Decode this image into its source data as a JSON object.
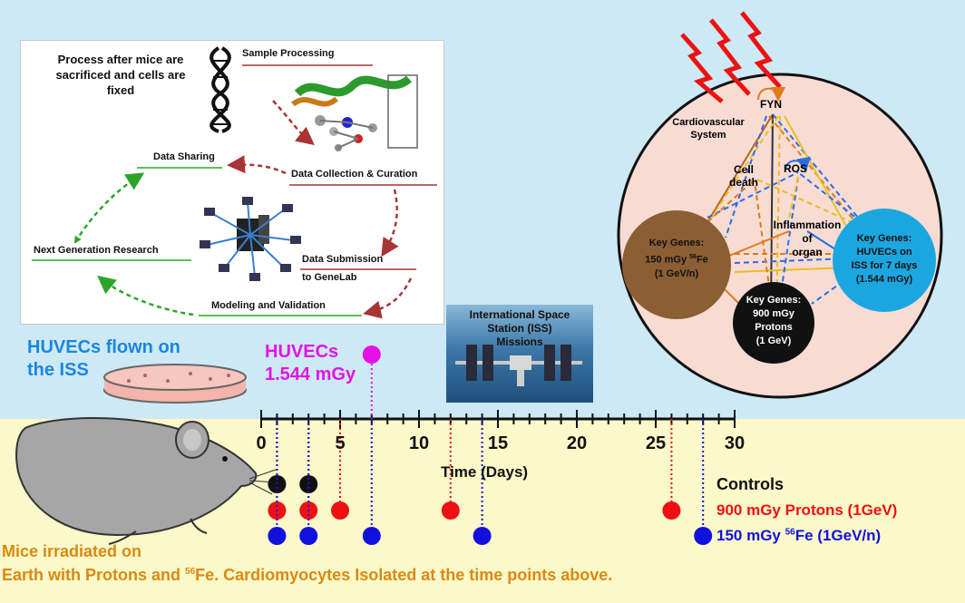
{
  "process_panel": {
    "title": "Process after mice are sacrificed and cells are fixed",
    "steps": {
      "sample_processing": "Sample Processing",
      "data_collection": "Data Collection & Curation",
      "data_sharing": "Data Sharing",
      "next_generation": "Next Generation Research",
      "data_submission_1": "Data Submission",
      "data_submission_2": "to GeneLab",
      "modeling": "Modeling and Validation"
    }
  },
  "network": {
    "cardio_1": "Cardiovascular",
    "cardio_2": "System",
    "fyn": "FYN",
    "cell_death_1": "Cell",
    "cell_death_2": "death",
    "ros": "ROS",
    "inflammation_1": "Inflammation of",
    "inflammation_2": "organ",
    "node_fe": {
      "l1": "Key Genes:",
      "l2a": "150 mGy ",
      "l2sup": "56",
      "l2b": "Fe",
      "l3": "(1 GeV/n)"
    },
    "node_proton": {
      "l1": "Key Genes:",
      "l2": "900 mGy",
      "l3": "Protons",
      "l4": "(1 GeV)"
    },
    "node_huvec": {
      "l1": "Key Genes:",
      "l2": "HUVECs on",
      "l3": "ISS for 7 days",
      "l4": "(1.544 mGy)"
    }
  },
  "iss_photo": {
    "l1": "International Space",
    "l2": "Station (ISS)",
    "l3": "Missions"
  },
  "huvec_iss": {
    "l1": "HUVECs flown on",
    "l2": "the ISS"
  },
  "huvec_dose": {
    "l1": "HUVECs",
    "l2": "1.544 mGy"
  },
  "timeline": {
    "xlabel": "Time (Days)",
    "ticks": [
      "0",
      "5",
      "10",
      "15",
      "20",
      "25",
      "30"
    ],
    "xmin": 0,
    "xmax": 30,
    "huvec_day": 7,
    "control_days": [
      1,
      3
    ],
    "proton_days": [
      1,
      3,
      5,
      12,
      26
    ],
    "fe_days": [
      1,
      3,
      7,
      14,
      28
    ]
  },
  "legend": {
    "controls": "Controls",
    "protons": "900 mGy Protons (1GeV)",
    "fe_a": "150 mGy ",
    "fe_sup": "56",
    "fe_b": "Fe (1GeV/n)"
  },
  "caption": {
    "l1": "Mice irradiated on",
    "l2a": "Earth with Protons and ",
    "l2sup": "56",
    "l2b": "Fe. Cardiomyocytes Isolated at the time points above."
  },
  "colors": {
    "blue_text": "#1a86e0",
    "magenta": "#e412e4",
    "red": "#ee1111",
    "navy": "#1111dd",
    "orange": "#d98a12",
    "green_arrow": "#2aa52a",
    "maroon_arrow": "#a83434"
  }
}
